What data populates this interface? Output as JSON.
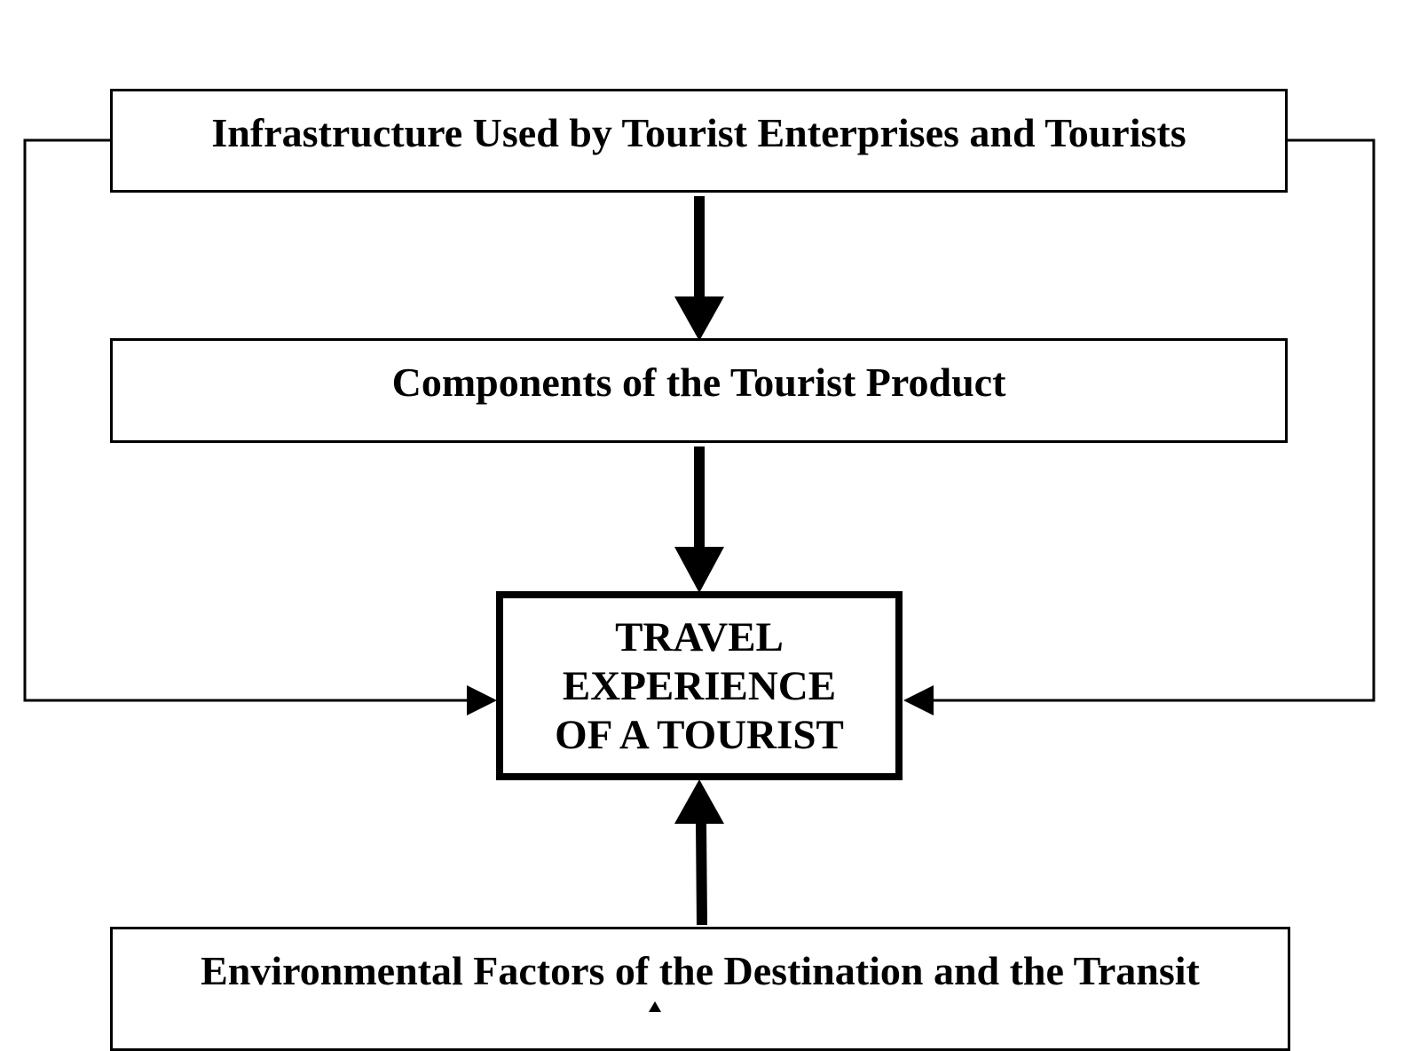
{
  "diagram": {
    "nodes": {
      "infrastructure": {
        "label": "Infrastructure Used by Tourist Enterprises and Tourists"
      },
      "components": {
        "label": "Components of the Tourist Product"
      },
      "center": {
        "lines": [
          "TRAVEL",
          "EXPERIENCE",
          "OF A TOURIST"
        ]
      },
      "environment": {
        "label": "Environmental Factors of the Destination and the Transit"
      }
    },
    "edges": [
      {
        "from": "infrastructure",
        "to": "components",
        "type": "thick-arrow"
      },
      {
        "from": "components",
        "to": "center",
        "type": "thick-arrow"
      },
      {
        "from": "environment",
        "to": "center",
        "type": "thick-arrow"
      },
      {
        "from": "infrastructure",
        "to": "center",
        "type": "thin-elbow-arrow-left"
      },
      {
        "from": "infrastructure",
        "to": "center",
        "type": "thin-elbow-arrow-right"
      }
    ],
    "colors": {
      "stroke": "#000000",
      "background": "#ffffff"
    }
  }
}
